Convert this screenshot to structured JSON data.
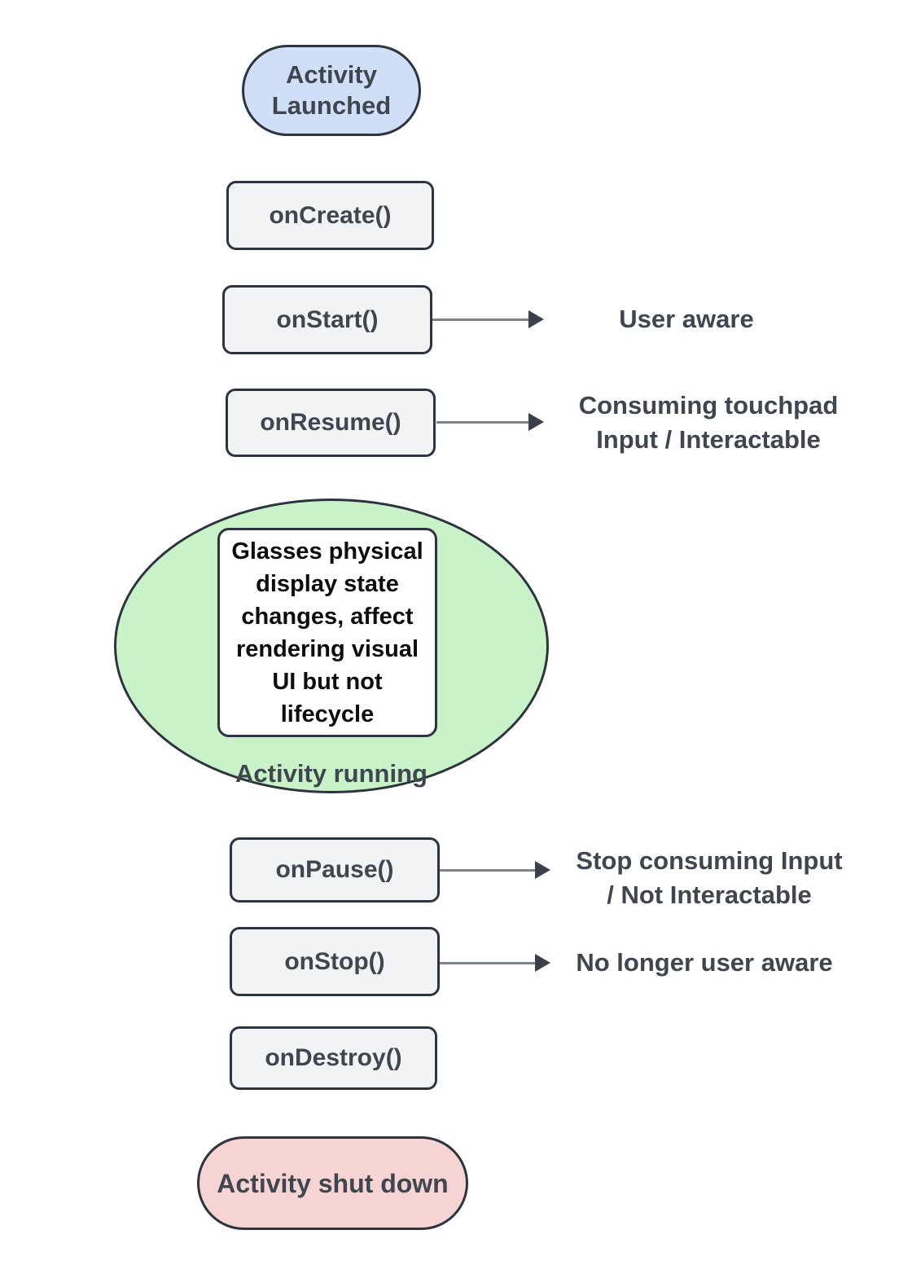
{
  "palette": {
    "background": "#ffffff",
    "node_border": "#2d3440",
    "node_text": "#3f4650",
    "process_fill": "#f1f3f4",
    "launched_fill": "#cfdff7",
    "running_fill": "#c9f2c9",
    "shutdown_fill": "#f6d4d4",
    "note_fill": "#ffffff",
    "note_text": "#0b0d10",
    "arrow_line": "#7d828b",
    "arrow_head": "#3a414d"
  },
  "nodes": {
    "activity_launched": {
      "line1": "Activity",
      "line2": "Launched"
    },
    "on_create": {
      "label": "onCreate()"
    },
    "on_start": {
      "label": "onStart()"
    },
    "on_resume": {
      "label": "onResume()"
    },
    "activity_running": {
      "label": "Activity running",
      "note_lines": [
        "Glasses physical",
        "display state",
        "changes, affect",
        "rendering visual",
        "UI but not",
        "lifecycle"
      ]
    },
    "on_pause": {
      "label": "onPause()"
    },
    "on_stop": {
      "label": "onStop()"
    },
    "on_destroy": {
      "label": "onDestroy()"
    },
    "activity_shutdown": {
      "label": "Activity shut down"
    }
  },
  "annotations": {
    "user_aware": {
      "line1": "User aware"
    },
    "consuming_touchpad": {
      "line1": "Consuming touchpad",
      "line2": "Input / Interactable"
    },
    "stop_consuming": {
      "line1": "Stop consuming Input",
      "line2": "/ Not Interactable"
    },
    "no_longer_user_aware": {
      "line1": "No longer user aware"
    }
  }
}
